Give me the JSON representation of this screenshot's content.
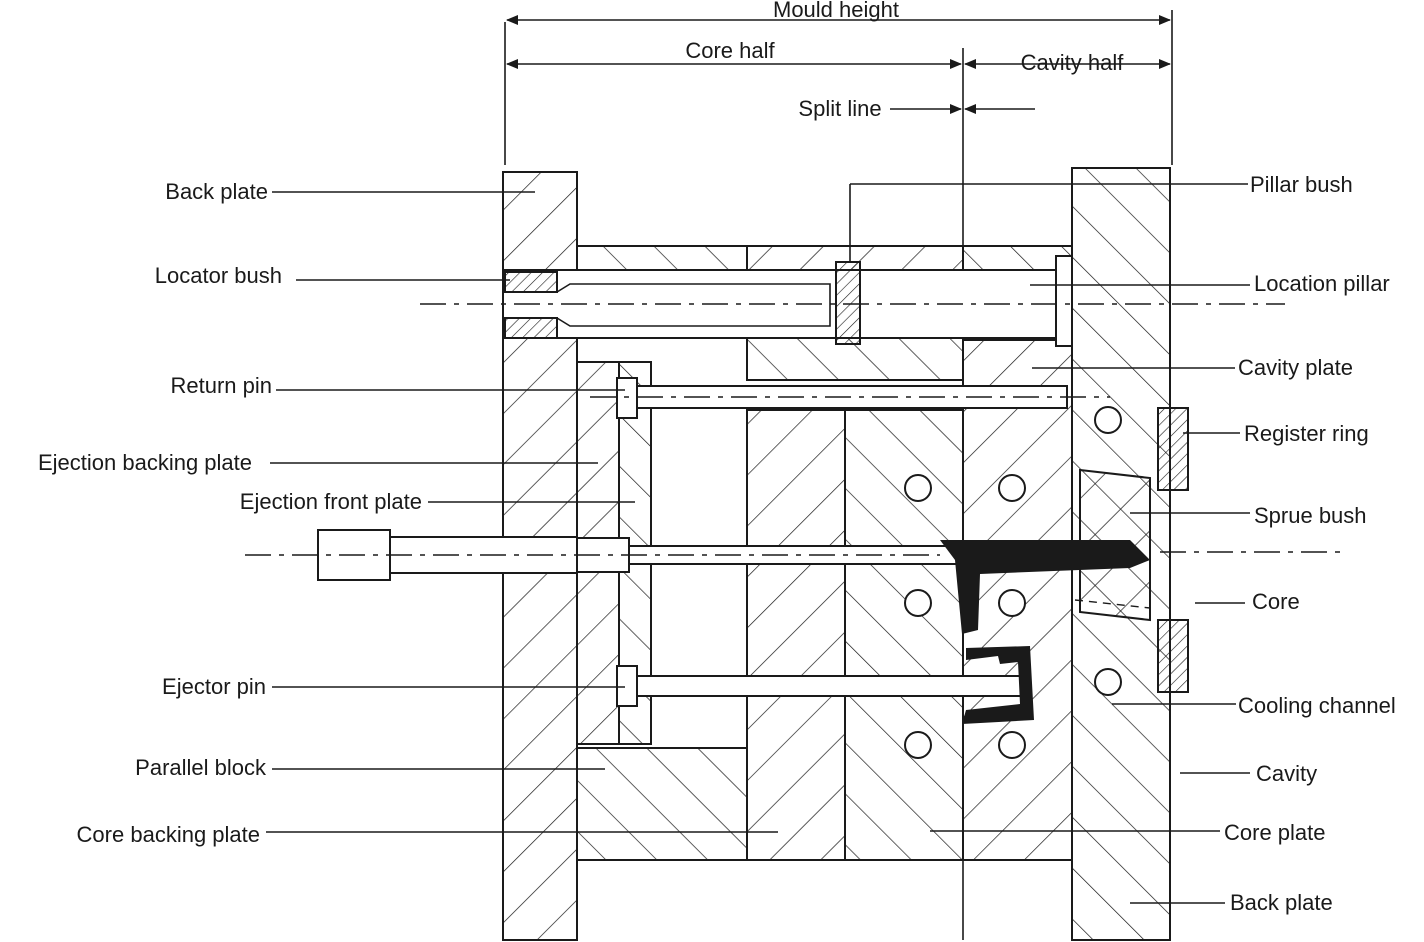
{
  "dimensions": {
    "mould_height": "Mould height",
    "core_half": "Core half",
    "cavity_half": "Cavity half",
    "split_line": "Split line"
  },
  "labels_left": {
    "back_plate": "Back plate",
    "locator_bush": "Locator bush",
    "return_pin": "Return pin",
    "ejection_backing_plate": "Ejection backing plate",
    "ejection_front_plate": "Ejection front plate",
    "ejector_pin": "Ejector pin",
    "parallel_block": "Parallel block",
    "core_backing_plate": "Core backing plate"
  },
  "labels_right": {
    "pillar_bush": "Pillar bush",
    "location_pillar": "Location pillar",
    "cavity_plate": "Cavity plate",
    "register_ring": "Register  ring",
    "sprue_bush": "Sprue bush",
    "core": "Core",
    "cooling_channel": "Cooling channel",
    "cavity": "Cavity",
    "core_plate": "Core plate",
    "back_plate": "Back plate"
  },
  "colors": {
    "ink": "#1a1a1a",
    "paper": "#ffffff"
  }
}
